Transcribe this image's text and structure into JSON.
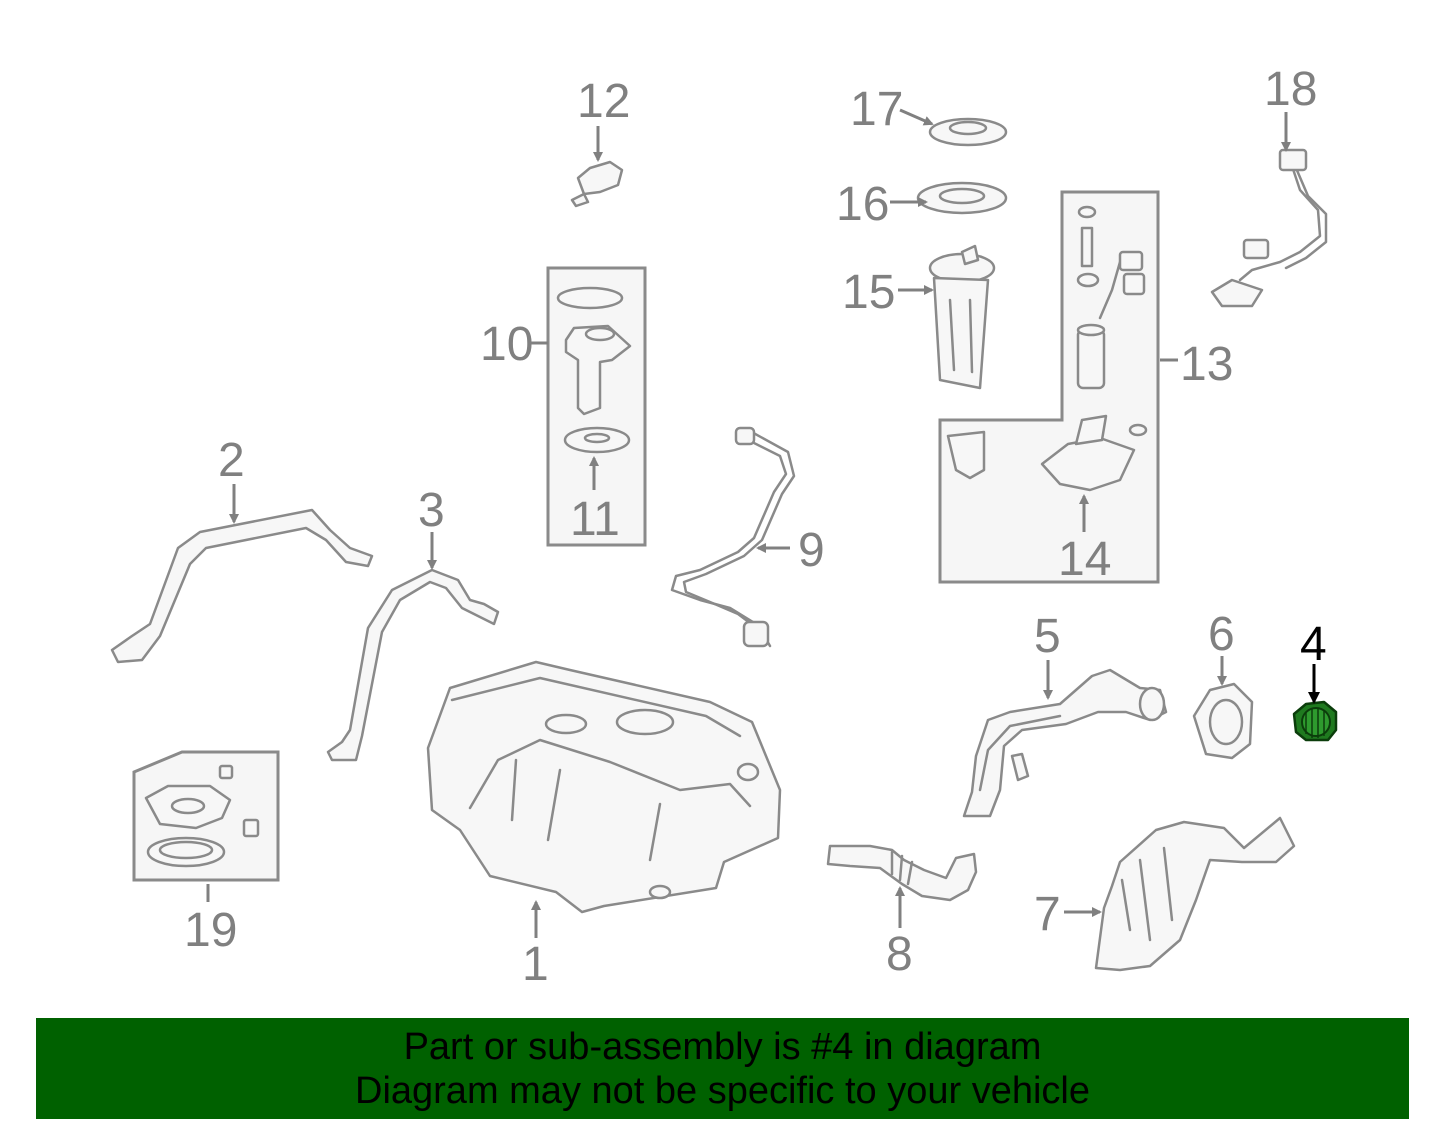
{
  "diagram": {
    "colors": {
      "part_stroke": "#8a8a8a",
      "label_gray": "#808080",
      "highlight_part": "#1f7a1f",
      "highlight_label": "#000000",
      "banner_bg": "#006100"
    },
    "callouts": {
      "c1": "1",
      "c2": "2",
      "c3": "3",
      "c4": "4",
      "c5": "5",
      "c6": "6",
      "c7": "7",
      "c8": "8",
      "c9": "9",
      "c10": "10",
      "c11": "11",
      "c12": "12",
      "c13": "13",
      "c14": "14",
      "c15": "15",
      "c16": "16",
      "c17": "17",
      "c18": "18",
      "c19": "19"
    },
    "highlighted_callout": "4"
  },
  "banner": {
    "line1": "Part or sub-assembly is #4 in diagram",
    "line2": "Diagram may not be specific to your vehicle"
  }
}
